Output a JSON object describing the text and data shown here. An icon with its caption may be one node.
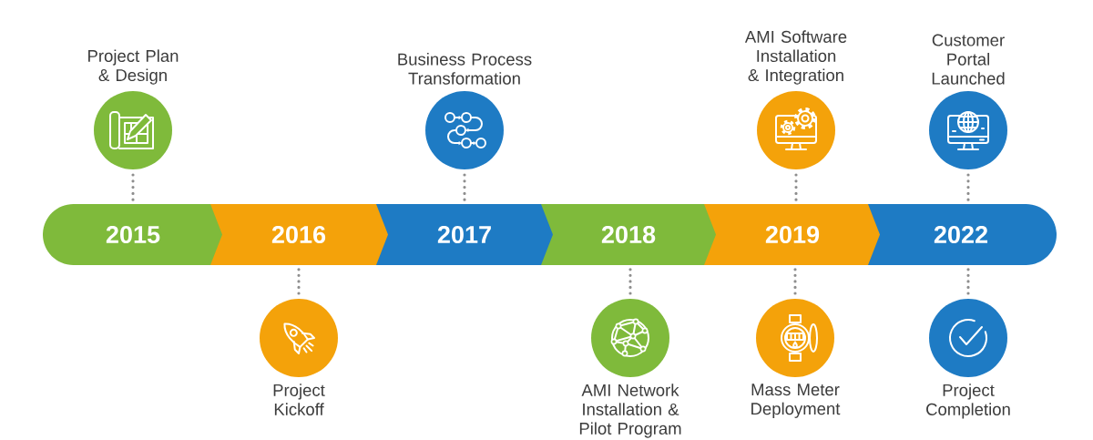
{
  "diagram": {
    "nodes": [
      {
        "text": [
          "Project Plan & Design"
        ]
      },
      {
        "text": [
          "Business Process Transformation"
        ]
      },
      {
        "text": [
          "AMI Software Installation & Integration"
        ]
      },
      {
        "text": [
          "Customer Portal Launched"
        ]
      },
      {
        "text": [
          "2015"
        ]
      },
      {
        "text": [
          "2016"
        ]
      },
      {
        "text": [
          "2017"
        ]
      },
      {
        "text": [
          "2018"
        ]
      },
      {
        "text": [
          "2019"
        ]
      },
      {
        "text": [
          "2022"
        ]
      },
      {
        "text": [
          "Project Kickoff"
        ]
      },
      {
        "text": [
          "AMI Network Installation & Pilot Program"
        ]
      },
      {
        "text": [
          "Mass Meter Deployment"
        ]
      },
      {
        "text": [
          "Project Completion"
        ]
      }
    ],
    "edges": [
      {
        "from": 0,
        "to": 4,
        "arrow": "none"
      },
      {
        "from": 1,
        "to": 6,
        "arrow": "none"
      },
      {
        "from": 2,
        "to": 8,
        "arrow": "none"
      },
      {
        "from": 3,
        "to": 9,
        "arrow": "none"
      },
      {
        "from": 10,
        "to": 5,
        "arrow": "none"
      },
      {
        "from": 11,
        "to": 7,
        "arrow": "none"
      },
      {
        "from": 12,
        "to": 8,
        "arrow": "none"
      },
      {
        "from": 13,
        "to": 9,
        "arrow": "none"
      }
    ]
  }
}
